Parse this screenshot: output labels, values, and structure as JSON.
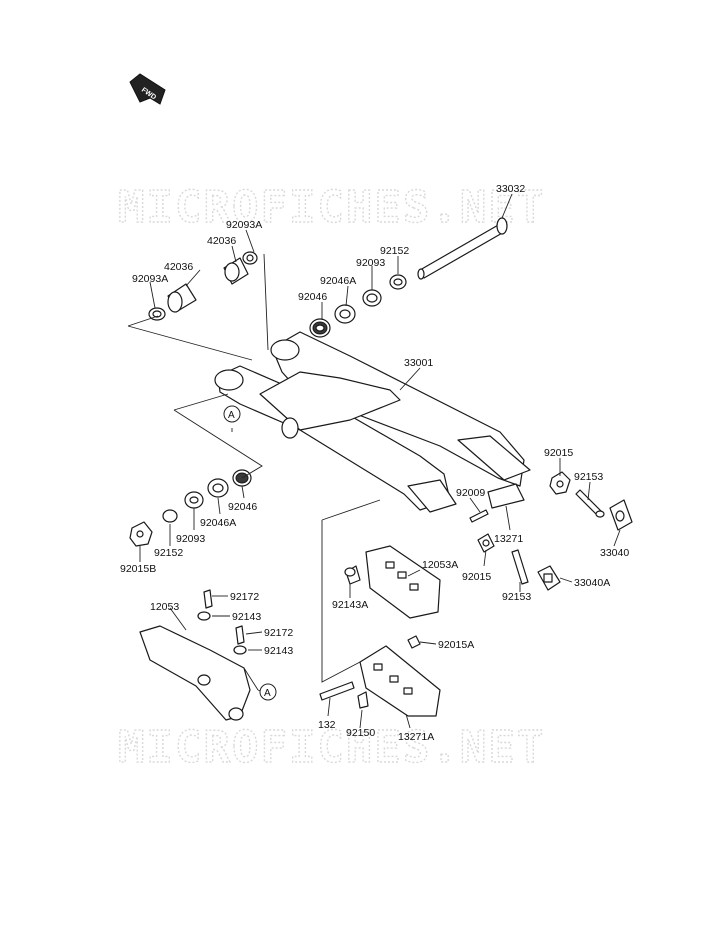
{
  "watermark": "MICROFICHES.NET",
  "fwd_label": "FWD",
  "ref_mark": "A",
  "labels": {
    "p33032": "33032",
    "p92093A_a": "92093A",
    "p42036_a": "42036",
    "p42036_b": "42036",
    "p92093A_b": "92093A",
    "p92152_a": "92152",
    "p92093_a": "92093",
    "p92046A_a": "92046A",
    "p92046_a": "92046",
    "p33001": "33001",
    "p92015_a": "92015",
    "p92153_a": "92153",
    "p92009": "92009",
    "p13271": "13271",
    "p33040": "33040",
    "p92015_b": "92015",
    "p12053A": "12053A",
    "p92153_b": "92153",
    "p33040A": "33040A",
    "p92143A": "92143A",
    "p92046_b": "92046",
    "p92046A_b": "92046A",
    "p92093_b": "92093",
    "p92152_b": "92152",
    "p92015B": "92015B",
    "p92172_a": "92172",
    "p12053": "12053",
    "p92143_a": "92143",
    "p92172_b": "92172",
    "p92143_b": "92143",
    "p92015A": "92015A",
    "p132": "132",
    "p92150": "92150",
    "p13271A": "13271A"
  }
}
